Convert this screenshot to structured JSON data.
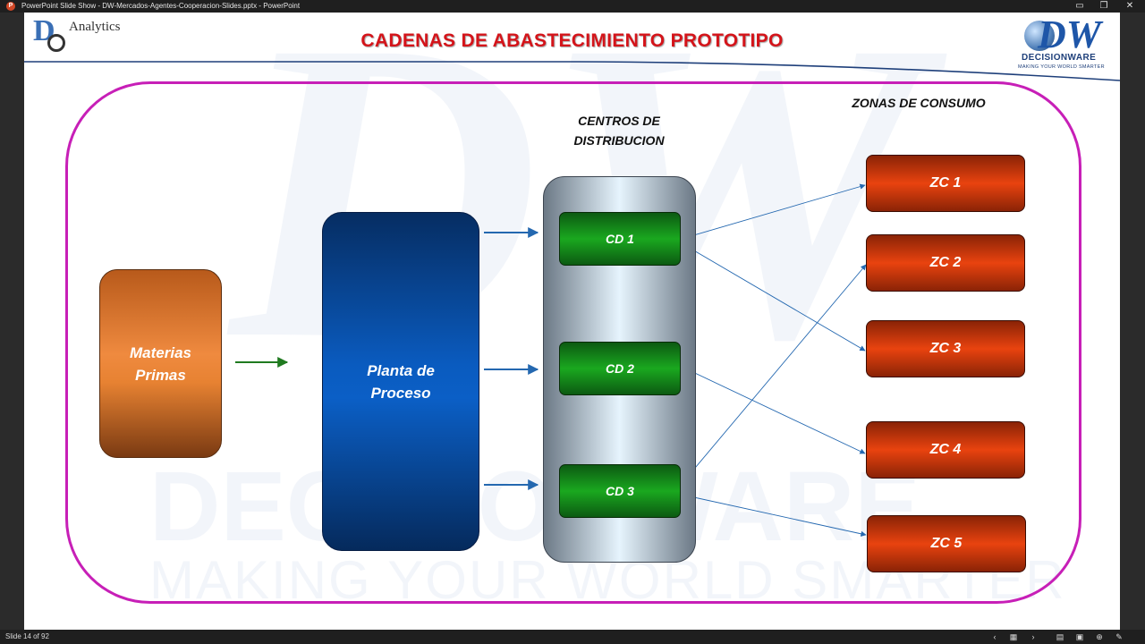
{
  "window": {
    "title": "PowerPoint Slide Show  -  DW-Mercados-Agentes-Cooperacion-Slides.pptx - PowerPoint",
    "app_icon": "powerpoint-icon",
    "controls": [
      "restore-icon",
      "maximize-icon",
      "close-icon"
    ]
  },
  "slide": {
    "title": "CADENAS DE ABASTECIMIENTO PROTOTIPO",
    "logo_left": {
      "letters": "D",
      "text": "Analytics"
    },
    "logo_right": {
      "letters": "DW",
      "name": "DECISIONWARE",
      "tagline": "MAKING YOUR WORLD SMARTER"
    },
    "watermark": {
      "brand": "DECISIONWARE",
      "tagline": "MAKING YOUR WORLD SMARTER"
    },
    "headers": {
      "centros": [
        "CENTROS DE",
        "DISTRIBUCION"
      ],
      "zonas": "ZONAS DE CONSUMO"
    },
    "materias": [
      "Materias",
      "Primas"
    ],
    "planta": [
      "Planta de",
      "Proceso"
    ],
    "centros": [
      {
        "label": "CD 1"
      },
      {
        "label": "CD 2"
      },
      {
        "label": "CD 3"
      }
    ],
    "zonas": [
      {
        "label": "ZC 1"
      },
      {
        "label": "ZC 2"
      },
      {
        "label": "ZC 3"
      },
      {
        "label": "ZC 4"
      },
      {
        "label": "ZC 5"
      }
    ],
    "colors": {
      "title": "#d4141a",
      "frame": "#c71fb7",
      "materias": "#e78232",
      "planta": "#0b5fc6",
      "centro": "#1aa81f",
      "zona": "#e9430f",
      "arrow_green": "#1f7a1f",
      "arrow_blue": "#2468b0"
    }
  },
  "status": {
    "slide_counter": "Slide 14 of 92",
    "icons": [
      "previous-icon",
      "slide-sorter-icon",
      "next-icon",
      "display-settings-icon",
      "more-icon",
      "zoom-icon",
      "pen-icon"
    ]
  }
}
